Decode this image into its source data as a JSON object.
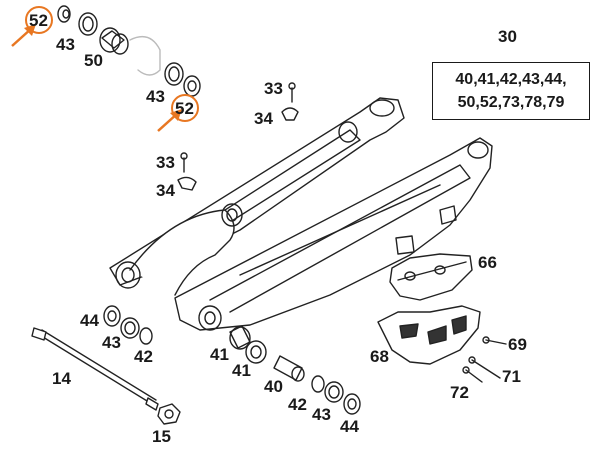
{
  "diagram": {
    "kit": {
      "number": "30",
      "line1": "40,41,42,43,44,",
      "line2_a": "50,",
      "line2_b": "52",
      "line2_c": ",73,78,79"
    },
    "labels": {
      "p52a": "52",
      "p43a": "43",
      "p50": "50",
      "p43b": "43",
      "p52b": "52",
      "p33a": "33",
      "p34a": "34",
      "p33b": "33",
      "p34b": "34",
      "p66": "66",
      "p68": "68",
      "p69": "69",
      "p71": "71",
      "p72": "72",
      "p44a": "44",
      "p43c": "43",
      "p42a": "42",
      "p14": "14",
      "p41a": "41",
      "p41b": "41",
      "p40": "40",
      "p42b": "42",
      "p43d": "43",
      "p44b": "44",
      "p15": "15"
    },
    "highlight_color": "#e87722"
  }
}
